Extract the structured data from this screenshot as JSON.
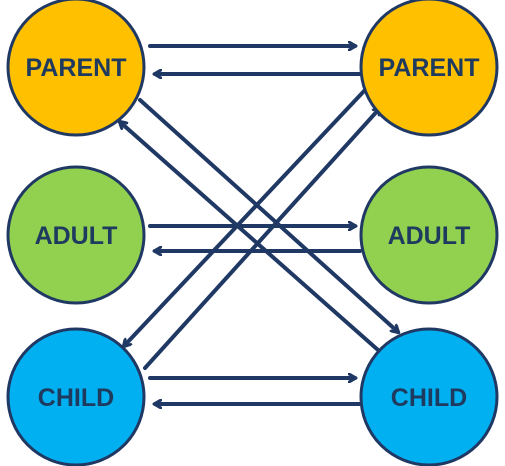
{
  "colors": {
    "parent_fill": "#FFC000",
    "adult_fill": "#92D050",
    "child_fill": "#00B0F0",
    "node_stroke": "#1F3864",
    "arrow": "#1F3864",
    "label": "#1F3A5F"
  },
  "nodes": {
    "parent_left": {
      "label": "PARENT"
    },
    "parent_right": {
      "label": "PARENT"
    },
    "adult_left": {
      "label": "ADULT"
    },
    "adult_right": {
      "label": "ADULT"
    },
    "child_left": {
      "label": "CHILD"
    },
    "child_right": {
      "label": "CHILD"
    }
  }
}
